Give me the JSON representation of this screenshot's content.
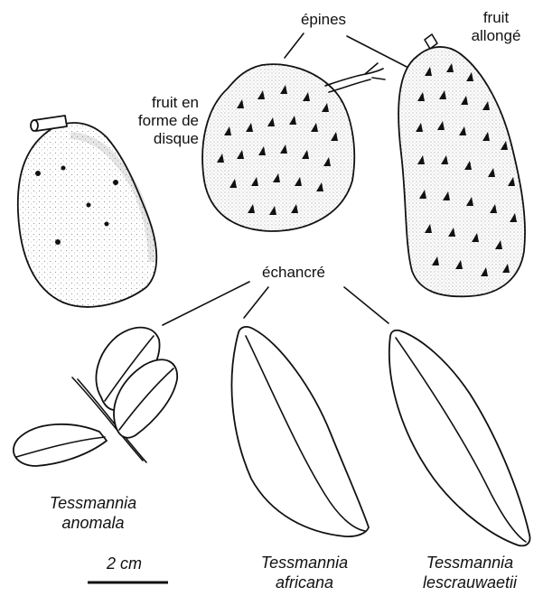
{
  "labels": {
    "spines": "épines",
    "elongated_fruit": "fruit\nallongé",
    "disc_fruit": "fruit en\nforme de\ndisque",
    "notched": "échancré"
  },
  "species": [
    {
      "genus": "Tessmannia",
      "epithet": "anomala"
    },
    {
      "genus": "Tessmannia",
      "epithet": "africana"
    },
    {
      "genus": "Tessmannia",
      "epithet": "lescrauwaetii"
    }
  ],
  "scale": {
    "label": "2 cm"
  }
}
